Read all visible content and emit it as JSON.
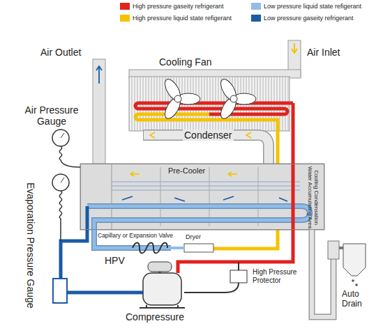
{
  "diagram": {
    "nodes": [
      {
        "text": [
          "Pre-Cooler"
        ]
      },
      {
        "text": [
          "Cooling Condensation Water Accumulating Area"
        ],
        "in": 0
      }
    ],
    "labels": [
      "Air Outlet",
      "Air Inlet",
      "Cooling Fan",
      "Condenser",
      "Air Pressure Gauge",
      "Evaporation Pressure Gauge",
      "Capillary or Expansion Valve",
      "Dryer",
      "HPV",
      "High Pressure Protector",
      "Auto Drain",
      "Compressure"
    ],
    "legend": [
      {
        "text": "High pressure gaseity refrigerant",
        "color": "#e0231e"
      },
      {
        "text": "High pressure liquid state refigerant",
        "color": "#f5c200"
      },
      {
        "text": "Low pressure liquid state refigerant",
        "color": "#8fbde8"
      },
      {
        "text": "Low pressure gaseity refrigerant",
        "color": "#1b5aa6"
      }
    ]
  }
}
